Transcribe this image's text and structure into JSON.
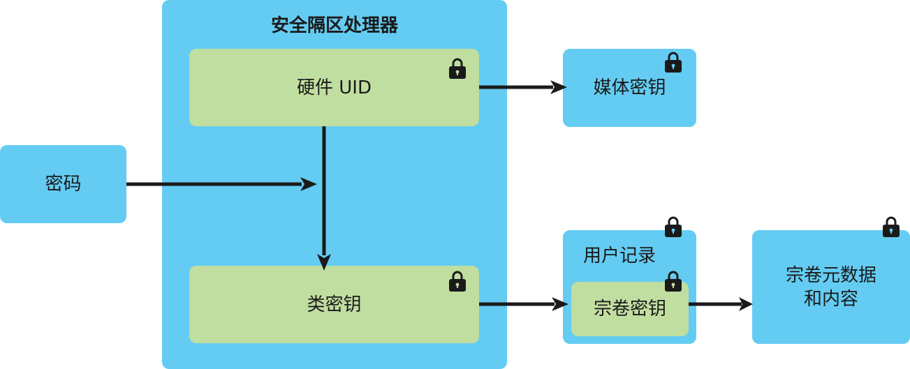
{
  "colors": {
    "container": "#64ccf2",
    "key_box": "#c0dea0",
    "arrow": "#1a1a1a",
    "lock": "#1a1a1a"
  },
  "secure_enclave": {
    "title": "安全隔区处理器"
  },
  "hardware_uid": {
    "label": "硬件 UID",
    "icon": "lock-icon"
  },
  "class_key": {
    "label": "类密钥",
    "icon": "lock-icon"
  },
  "passcode": {
    "label": "密码"
  },
  "media_key": {
    "label": "媒体密钥",
    "icon": "lock-icon"
  },
  "user_record": {
    "label": "用户记录",
    "icon": "lock-icon"
  },
  "volume_key": {
    "label": "宗卷密钥",
    "icon": "lock-icon"
  },
  "volume_metadata": {
    "line1": "宗卷元数据",
    "line2": "和内容",
    "icon": "lock-icon"
  }
}
